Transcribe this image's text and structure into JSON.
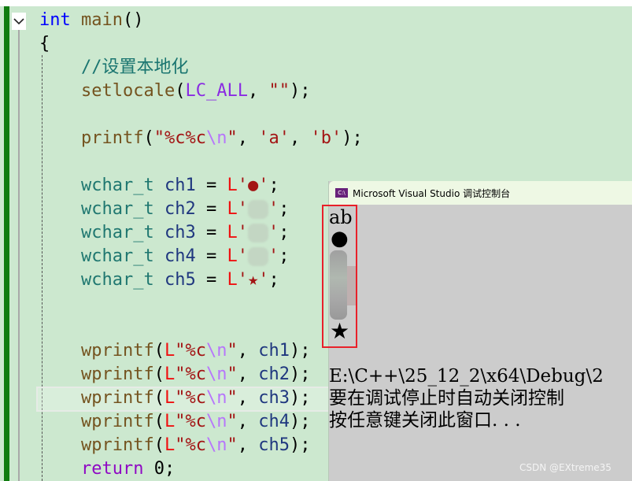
{
  "editor": {
    "lines": [
      {
        "indent": false,
        "tokens": [
          [
            "int",
            "kw"
          ],
          [
            " ",
            "pn"
          ],
          [
            "main",
            "fn"
          ],
          [
            "()",
            "pn"
          ]
        ]
      },
      {
        "indent": false,
        "tokens": [
          [
            "{",
            "pn"
          ]
        ]
      },
      {
        "indent": true,
        "tokens": [
          [
            "//设置本地化",
            "cm"
          ]
        ]
      },
      {
        "indent": true,
        "tokens": [
          [
            "setlocale",
            "fn"
          ],
          [
            "(",
            "pn"
          ],
          [
            "LC_ALL",
            "mac"
          ],
          [
            ", ",
            "pn"
          ],
          [
            "\"\"",
            "str"
          ],
          [
            ");",
            "pn"
          ]
        ]
      },
      {
        "indent": true,
        "tokens": []
      },
      {
        "indent": true,
        "tokens": [
          [
            "printf",
            "fn"
          ],
          [
            "(",
            "pn"
          ],
          [
            "\"%c%c",
            "str"
          ],
          [
            "\\n",
            "esc"
          ],
          [
            "\"",
            "str"
          ],
          [
            ", ",
            "pn"
          ],
          [
            "'a'",
            "str"
          ],
          [
            ", ",
            "pn"
          ],
          [
            "'b'",
            "str"
          ],
          [
            ");",
            "pn"
          ]
        ]
      },
      {
        "indent": true,
        "tokens": []
      },
      {
        "indent": true,
        "tokens": [
          [
            "wchar_t",
            "ty"
          ],
          [
            " ",
            "pn"
          ],
          [
            "ch1",
            "var"
          ],
          [
            " = ",
            "pn"
          ],
          [
            "L",
            "lit"
          ],
          [
            "'●'",
            "str"
          ],
          [
            ";",
            "pn"
          ]
        ]
      },
      {
        "indent": true,
        "tokens": [
          [
            "wchar_t",
            "ty"
          ],
          [
            " ",
            "pn"
          ],
          [
            "ch2",
            "var"
          ],
          [
            " = ",
            "pn"
          ],
          [
            "L",
            "lit"
          ],
          [
            "'",
            "str"
          ],
          [
            "",
            "blur"
          ],
          [
            "'",
            "str"
          ],
          [
            ";",
            "pn"
          ]
        ]
      },
      {
        "indent": true,
        "tokens": [
          [
            "wchar_t",
            "ty"
          ],
          [
            " ",
            "pn"
          ],
          [
            "ch3",
            "var"
          ],
          [
            " = ",
            "pn"
          ],
          [
            "L",
            "lit"
          ],
          [
            "'",
            "str"
          ],
          [
            "",
            "blur"
          ],
          [
            "'",
            "str"
          ],
          [
            ";",
            "pn"
          ]
        ]
      },
      {
        "indent": true,
        "tokens": [
          [
            "wchar_t",
            "ty"
          ],
          [
            " ",
            "pn"
          ],
          [
            "ch4",
            "var"
          ],
          [
            " = ",
            "pn"
          ],
          [
            "L",
            "lit"
          ],
          [
            "'",
            "str"
          ],
          [
            "",
            "blur"
          ],
          [
            "'",
            "str"
          ],
          [
            ";",
            "pn"
          ]
        ]
      },
      {
        "indent": true,
        "tokens": [
          [
            "wchar_t",
            "ty"
          ],
          [
            " ",
            "pn"
          ],
          [
            "ch5",
            "var"
          ],
          [
            " = ",
            "pn"
          ],
          [
            "L",
            "lit"
          ],
          [
            "'★'",
            "str"
          ],
          [
            ";",
            "pn"
          ]
        ]
      },
      {
        "indent": true,
        "tokens": []
      },
      {
        "indent": true,
        "tokens": []
      },
      {
        "indent": true,
        "tokens": [
          [
            "wprintf",
            "fn"
          ],
          [
            "(",
            "pn"
          ],
          [
            "L",
            "lit"
          ],
          [
            "\"%c",
            "str"
          ],
          [
            "\\n",
            "esc"
          ],
          [
            "\"",
            "str"
          ],
          [
            ", ",
            "pn"
          ],
          [
            "ch1",
            "var"
          ],
          [
            ");",
            "pn"
          ]
        ]
      },
      {
        "indent": true,
        "tokens": [
          [
            "wprintf",
            "fn"
          ],
          [
            "(",
            "pn"
          ],
          [
            "L",
            "lit"
          ],
          [
            "\"%c",
            "str"
          ],
          [
            "\\n",
            "esc"
          ],
          [
            "\"",
            "str"
          ],
          [
            ", ",
            "pn"
          ],
          [
            "ch2",
            "var"
          ],
          [
            ");",
            "pn"
          ]
        ]
      },
      {
        "indent": true,
        "tokens": [
          [
            "wprintf",
            "fn"
          ],
          [
            "(",
            "pn"
          ],
          [
            "L",
            "lit"
          ],
          [
            "\"%c",
            "str"
          ],
          [
            "\\n",
            "esc"
          ],
          [
            "\"",
            "str"
          ],
          [
            ", ",
            "pn"
          ],
          [
            "ch3",
            "var"
          ],
          [
            ");",
            "pn"
          ]
        ]
      },
      {
        "indent": true,
        "tokens": [
          [
            "wprintf",
            "fn"
          ],
          [
            "(",
            "pn"
          ],
          [
            "L",
            "lit"
          ],
          [
            "\"%c",
            "str"
          ],
          [
            "\\n",
            "esc"
          ],
          [
            "\"",
            "str"
          ],
          [
            ", ",
            "pn"
          ],
          [
            "ch4",
            "var"
          ],
          [
            ");",
            "pn"
          ]
        ]
      },
      {
        "indent": true,
        "tokens": [
          [
            "wprintf",
            "fn"
          ],
          [
            "(",
            "pn"
          ],
          [
            "L",
            "lit"
          ],
          [
            "\"%c",
            "str"
          ],
          [
            "\\n",
            "esc"
          ],
          [
            "\"",
            "str"
          ],
          [
            ", ",
            "pn"
          ],
          [
            "ch5",
            "var"
          ],
          [
            ");",
            "pn"
          ]
        ]
      },
      {
        "indent": true,
        "tokens": [
          [
            "return",
            "ret"
          ],
          [
            " ",
            "pn"
          ],
          [
            "0",
            "num"
          ],
          [
            ";",
            "pn"
          ]
        ]
      }
    ]
  },
  "console": {
    "title": "Microsoft Visual Studio 调试控制台",
    "icon": "console-app-icon",
    "icon_text": "C:\\",
    "output_ab": "ab",
    "output_ch1": "●",
    "output_ch5": "★",
    "path_line": "E:\\C++\\25_12_2\\x64\\Debug\\2",
    "msg_line1": "要在调试停止时自动关闭控制",
    "msg_line2": "按任意键关闭此窗口. . ."
  },
  "watermark": "CSDN @EXtreme35",
  "colors": {
    "background": "#cce8cf",
    "change_bar": "#107c10",
    "highlight_box": "#e8202a",
    "console_bg": "#cccccc"
  }
}
